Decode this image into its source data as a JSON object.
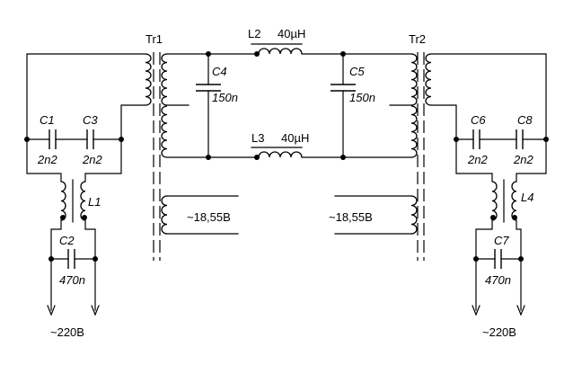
{
  "labels": {
    "tr1": "Tr1",
    "tr2": "Tr2",
    "l1": "L1",
    "l2": "L2",
    "l3": "L3",
    "l4": "L4",
    "l2_value": "40µH",
    "l3_value": "40µH",
    "c1": "C1",
    "c1_value": "2n2",
    "c2": "C2",
    "c2_value": "470n",
    "c3": "C3",
    "c3_value": "2n2",
    "c4": "C4",
    "c4_value": "150n",
    "c5": "C5",
    "c5_value": "150n",
    "c6": "C6",
    "c6_value": "2n2",
    "c7": "C7",
    "c7_value": "470n",
    "c8": "C8",
    "c8_value": "2n2",
    "sec_left": "~18,55В",
    "sec_right": "~18,55В",
    "mains_left": "~220В",
    "mains_right": "~220В"
  }
}
